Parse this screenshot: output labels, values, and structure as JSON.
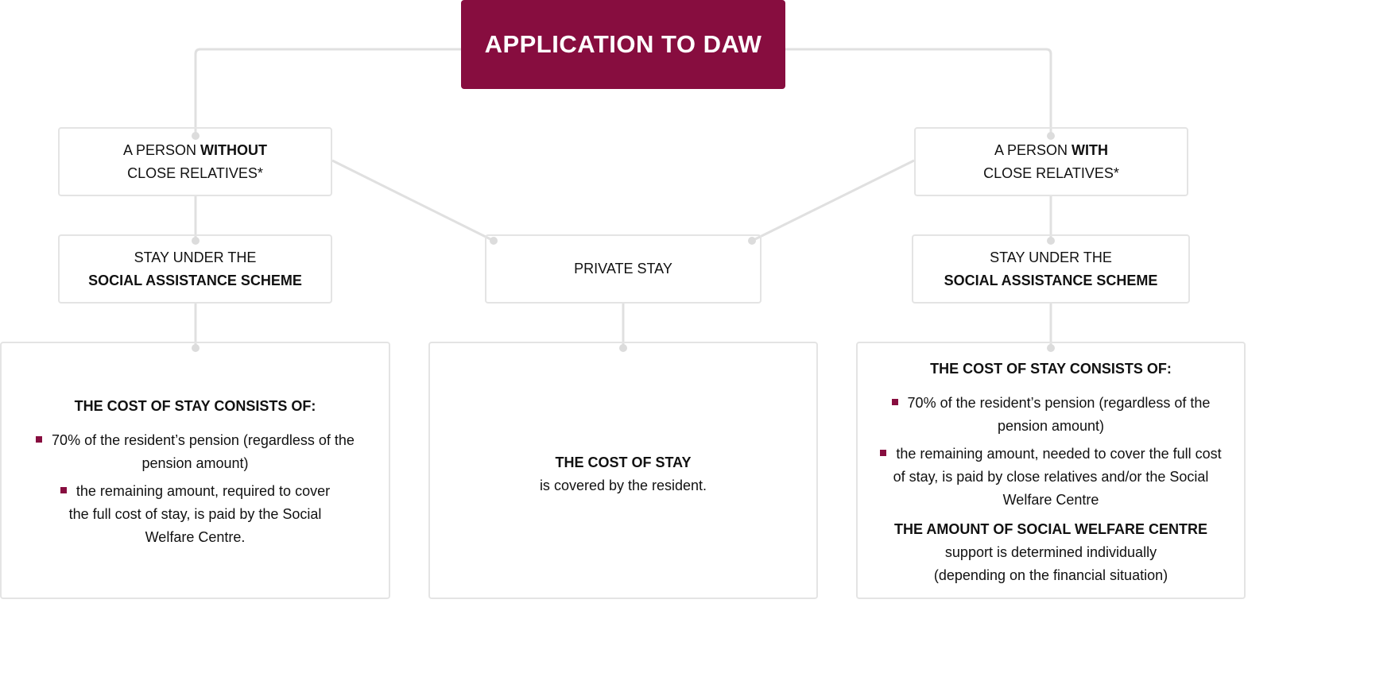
{
  "title": "APPLICATION TO DAW",
  "colors": {
    "accent": "#870d3f",
    "connector": "#e0e0e0"
  },
  "left_branch": {
    "person": {
      "prefix": "A PERSON ",
      "bold": "WITHOUT",
      "line2": "CLOSE RELATIVES*"
    },
    "stay": {
      "line1": "STAY UNDER THE",
      "bold": "SOCIAL ASSISTANCE SCHEME"
    },
    "cost": {
      "heading": "THE COST OF STAY CONSISTS OF:",
      "bullets": [
        "70% of the resident’s pension (regardless of the pension amount)",
        "the remaining amount, required to cover the full cost of stay, is paid by the Social Welfare Centre."
      ]
    }
  },
  "middle_branch": {
    "stay": {
      "label": "PRIVATE STAY"
    },
    "cost": {
      "heading": "THE COST OF STAY",
      "text": "is covered by the resident."
    }
  },
  "right_branch": {
    "person": {
      "prefix": "A PERSON ",
      "bold": "WITH",
      "line2": "CLOSE RELATIVES*"
    },
    "stay": {
      "line1": "STAY UNDER THE",
      "bold": "SOCIAL ASSISTANCE SCHEME"
    },
    "cost": {
      "heading": "THE COST OF STAY CONSISTS OF:",
      "bullets": [
        "70% of the resident’s pension (regardless of the pension amount)",
        "the remaining amount, needed to cover the full cost of stay, is paid by close relatives and/or the Social Welfare Centre"
      ],
      "note_heading": "THE AMOUNT OF SOCIAL WELFARE CENTRE",
      "note_text": "support is determined individually (depending on the financial situation)"
    }
  }
}
